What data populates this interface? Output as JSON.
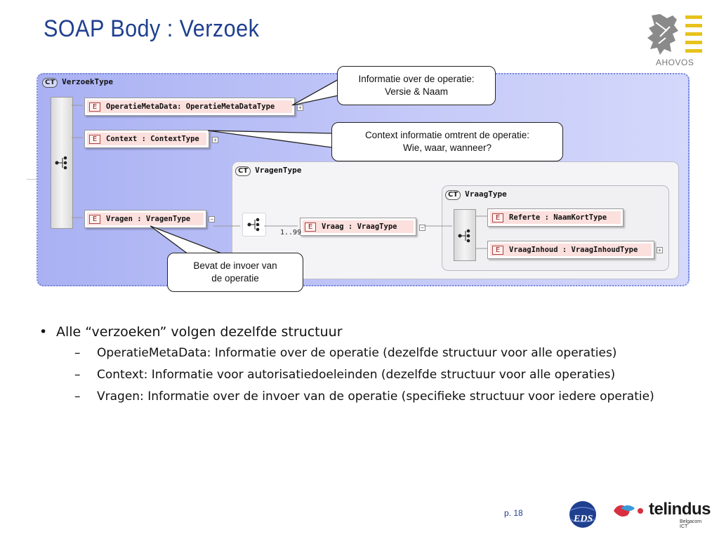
{
  "slide": {
    "title": "SOAP Body : Verzoek",
    "page_label": "p.  18"
  },
  "logos": {
    "top_right": "AHOVOS",
    "bottom_eds": "EDS",
    "bottom_telindus": "telindus",
    "bottom_telindus_sub": "Belgacom ICT"
  },
  "diagram": {
    "ct_badge": "CT",
    "e_badge": "E",
    "verzoek_type": "VerzoekType",
    "vragen_type": "VragenType",
    "vraag_type": "VraagType",
    "elements": {
      "operatie_meta_data": "OperatieMetaData: OperatieMetaDataType",
      "context": "Context : ContextType",
      "vragen": "Vragen  : VragenType",
      "vraag": "Vraag   : VraagType",
      "referte": "Referte : NaamKortType",
      "vraag_inhoud": "VraagInhoud : VraagInhoudType"
    },
    "multiplicity": "1..99",
    "plus": "+",
    "minus": "−",
    "callouts": {
      "operatie_line1": "Informatie over de operatie:",
      "operatie_line2": "Versie & Naam",
      "context_line1": "Context informatie omtrent de operatie:",
      "context_line2": "Wie, waar, wanneer?",
      "vragen_line1": "Bevat de invoer van",
      "vragen_line2": "de operatie"
    }
  },
  "bullets": {
    "main": "Alle “verzoeken” volgen dezelfde structuur",
    "subs": [
      "OperatieMetaData: Informatie over de operatie (dezelfde structuur voor alle operaties)",
      "Context: Informatie voor autorisatiedoeleinden (dezelfde structuur voor alle operaties)",
      "Vragen: Informatie over de invoer van de operatie (specifieke structuur voor iedere operatie)"
    ]
  }
}
